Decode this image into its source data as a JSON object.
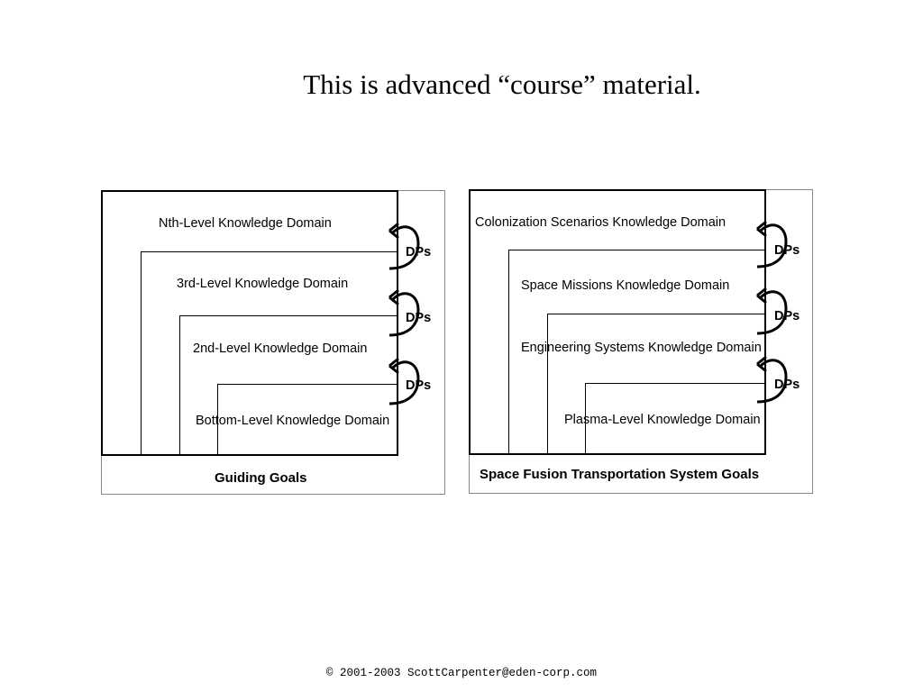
{
  "title": "This is advanced “course” material.",
  "left_diagram": {
    "domains": [
      "Nth-Level Knowledge Domain",
      "3rd-Level Knowledge Domain",
      "2nd-Level Knowledge Domain",
      "Bottom-Level Knowledge Domain"
    ],
    "dps_label": "DPs",
    "goals": "Guiding Goals"
  },
  "right_diagram": {
    "domains": [
      "Colonization Scenarios Knowledge Domain",
      "Space Missions Knowledge Domain",
      "Engineering Systems Knowledge Domain",
      "Plasma-Level Knowledge Domain"
    ],
    "dps_label": "DPs",
    "goals": "Space Fusion Transportation System Goals"
  },
  "footer": "© 2001-2003 ScottCarpenter@eden-corp.com"
}
